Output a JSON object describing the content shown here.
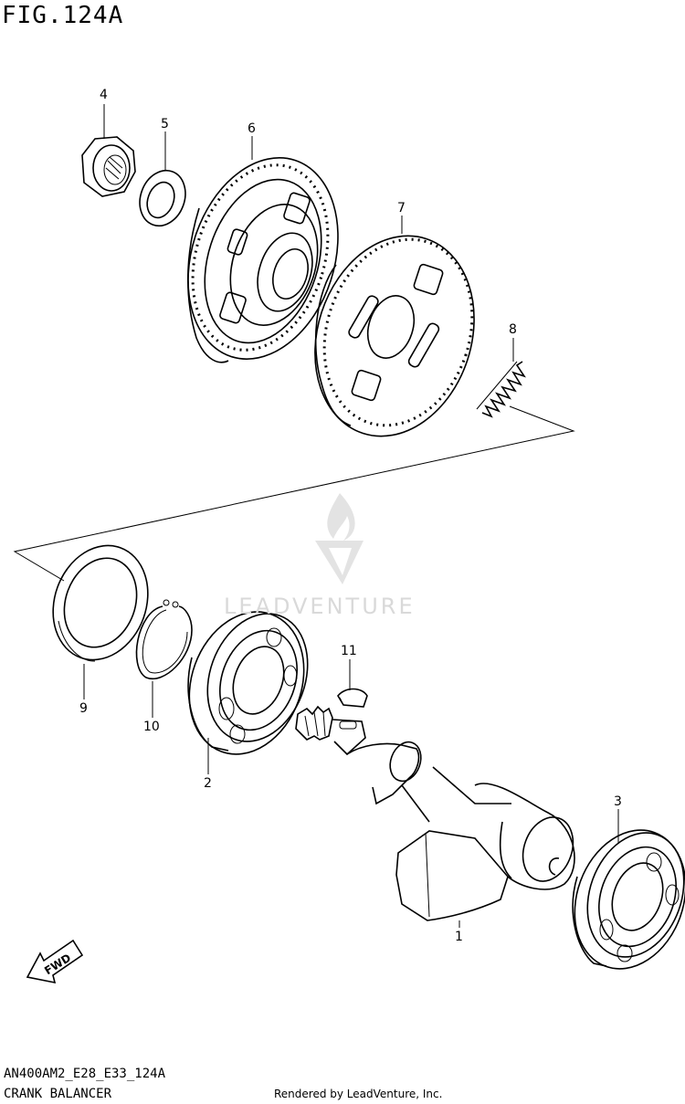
{
  "header": {
    "title": "FIG.124A"
  },
  "footer": {
    "model_code": "AN400AM2_E28_E33_124A",
    "section_name": "CRANK BALANCER",
    "credit": "Rendered by LeadVenture, Inc."
  },
  "watermark": {
    "text": "LEADVENTURE",
    "icon": "flame-v-logo-icon"
  },
  "fwd_arrow": {
    "label": "FWD",
    "icon": "fwd-arrow-icon"
  },
  "parts": [
    {
      "ref": "1",
      "part": "balancer-shaft"
    },
    {
      "ref": "2",
      "part": "bearing"
    },
    {
      "ref": "3",
      "part": "bearing"
    },
    {
      "ref": "4",
      "part": "nut"
    },
    {
      "ref": "5",
      "part": "washer"
    },
    {
      "ref": "6",
      "part": "driven-gear"
    },
    {
      "ref": "7",
      "part": "gear-plate"
    },
    {
      "ref": "8",
      "part": "spring"
    },
    {
      "ref": "9",
      "part": "washer"
    },
    {
      "ref": "10",
      "part": "circlip"
    },
    {
      "ref": "11",
      "part": "key"
    }
  ],
  "colors": {
    "line": "#000000",
    "watermark": "#d9d9d9",
    "background": "#ffffff"
  }
}
